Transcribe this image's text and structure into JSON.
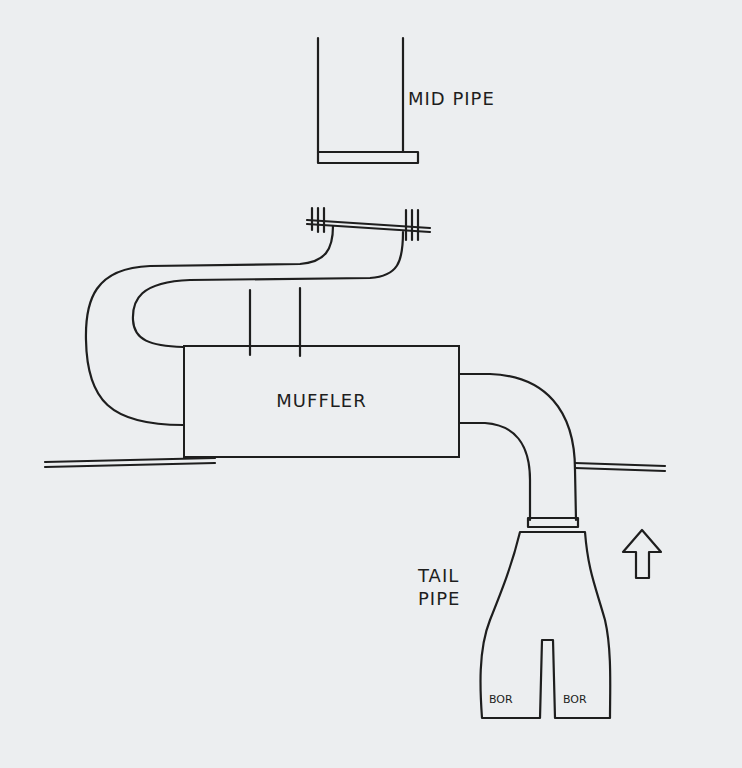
{
  "diagram": {
    "nodes": [
      {
        "text": [
          "MUFFLER"
        ]
      }
    ],
    "labels": [
      "MID PIPE",
      "TAIL PIPE",
      "BOR",
      "BOR"
    ]
  }
}
